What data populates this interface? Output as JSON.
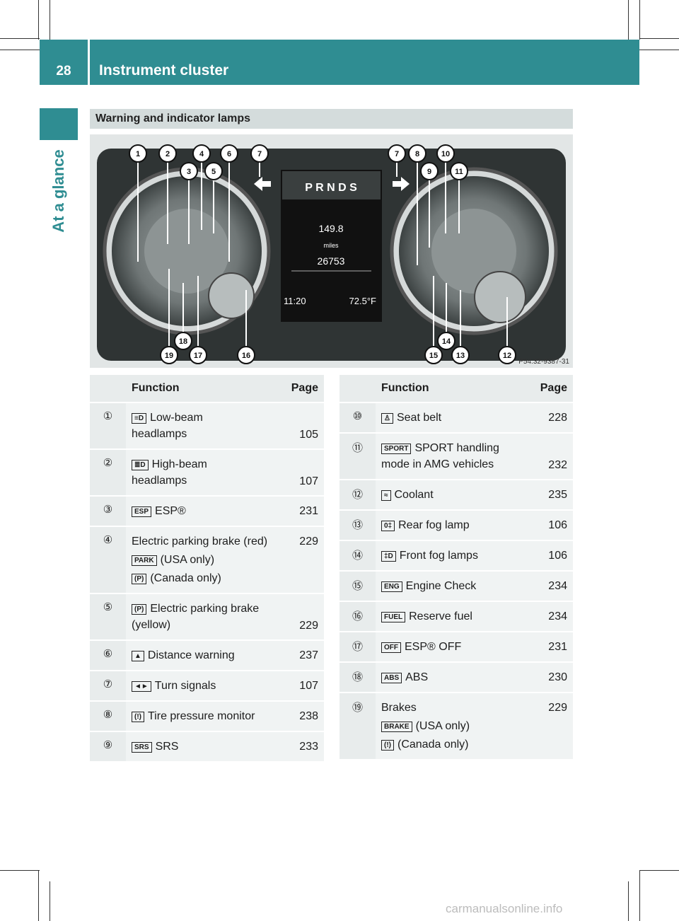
{
  "header": {
    "page_number": "28",
    "title": "Instrument cluster",
    "side_label": "At a glance"
  },
  "section": {
    "title": "Warning and indicator lamps"
  },
  "figure": {
    "reference": "P54.32-9387-31",
    "gear_display": "P R N D S",
    "odometer_trip": "149.8",
    "odometer_unit": "miles",
    "odometer_total": "26753",
    "clock": "11:20",
    "outside_temp": "72.5°F",
    "callouts_top": [
      "1",
      "2",
      "3",
      "4",
      "5",
      "6",
      "7",
      "7",
      "8",
      "9",
      "10",
      "11"
    ],
    "callouts_bottom": [
      "19",
      "18",
      "17",
      "16",
      "15",
      "14",
      "13",
      "12"
    ]
  },
  "tables": {
    "headers": {
      "function": "Function",
      "page": "Page"
    },
    "left": [
      {
        "num": "①",
        "icon": "≡D",
        "label": "Low-beam",
        "label2": "headlamps",
        "page": "105"
      },
      {
        "num": "②",
        "icon": "≣D",
        "label": "High-beam",
        "label2": "headlamps",
        "page": "107"
      },
      {
        "num": "③",
        "icon": "ESP",
        "label": "ESP®",
        "page": "231"
      },
      {
        "num": "④",
        "label": "Electric parking brake (red)",
        "sub1_icon": "PARK",
        "sub1": "(USA only)",
        "sub2_icon": "(P)",
        "sub2": "(Canada only)",
        "page": "229"
      },
      {
        "num": "⑤",
        "icon": "(P)",
        "label": "Electric parking brake",
        "label2": "(yellow)",
        "page": "229"
      },
      {
        "num": "⑥",
        "icon": "▲",
        "label": "Distance warning",
        "page": "237"
      },
      {
        "num": "⑦",
        "icon": "◄►",
        "label": "Turn signals",
        "page": "107"
      },
      {
        "num": "⑧",
        "icon": "(!)",
        "label": "Tire pressure monitor",
        "page": "238"
      },
      {
        "num": "⑨",
        "icon": "SRS",
        "label": "SRS",
        "page": "233"
      }
    ],
    "right": [
      {
        "num": "⑩",
        "icon": "♙",
        "label": "Seat belt",
        "page": "228"
      },
      {
        "num": "⑪",
        "icon": "SPORT",
        "label": "SPORT handling",
        "label2": "mode in AMG vehicles",
        "page": "232"
      },
      {
        "num": "⑫",
        "icon": "≈",
        "label": "Coolant",
        "page": "235"
      },
      {
        "num": "⑬",
        "icon": "0‡",
        "label": "Rear fog lamp",
        "page": "106"
      },
      {
        "num": "⑭",
        "icon": "‡D",
        "label": "Front fog lamps",
        "page": "106"
      },
      {
        "num": "⑮",
        "icon": "ENG",
        "label": "Engine Check",
        "page": "234"
      },
      {
        "num": "⑯",
        "icon": "FUEL",
        "label": "Reserve fuel",
        "page": "234"
      },
      {
        "num": "⑰",
        "icon": "OFF",
        "label": "ESP® OFF",
        "page": "231"
      },
      {
        "num": "⑱",
        "icon": "ABS",
        "label": "ABS",
        "page": "230"
      },
      {
        "num": "⑲",
        "label": "Brakes",
        "sub1_icon": "BRAKE",
        "sub1": "(USA only)",
        "sub2_icon": "(!)",
        "sub2": "(Canada only)",
        "page": "229"
      }
    ]
  },
  "watermark": "carmanualsonline.info"
}
